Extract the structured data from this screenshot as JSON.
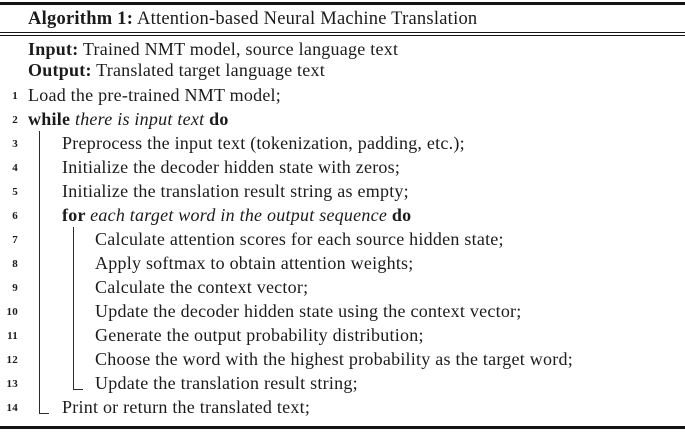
{
  "algorithm": {
    "caption_label": "Algorithm 1:",
    "caption_title": " Attention-based Neural Machine Translation",
    "io": [
      {
        "label": "Input:",
        "text": " Trained NMT model, source language text"
      },
      {
        "label": "Output:",
        "text": " Translated target language text"
      }
    ],
    "lines": [
      {
        "n": "1",
        "indent": 0,
        "parts": [
          {
            "t": "Load the pre-trained NMT model;"
          }
        ]
      },
      {
        "n": "2",
        "indent": 0,
        "parts": [
          {
            "t": "while ",
            "s": "b"
          },
          {
            "t": "there is input text",
            "s": "i"
          },
          {
            "t": " do",
            "s": "b"
          }
        ]
      },
      {
        "n": "3",
        "indent": 1,
        "parts": [
          {
            "t": "Preprocess the input text (tokenization, padding, etc.);"
          }
        ]
      },
      {
        "n": "4",
        "indent": 1,
        "parts": [
          {
            "t": "Initialize the decoder hidden state with zeros;"
          }
        ]
      },
      {
        "n": "5",
        "indent": 1,
        "parts": [
          {
            "t": "Initialize the translation result string as empty;"
          }
        ]
      },
      {
        "n": "6",
        "indent": 1,
        "parts": [
          {
            "t": "for ",
            "s": "b"
          },
          {
            "t": "each target word in the output sequence",
            "s": "i"
          },
          {
            "t": " do",
            "s": "b"
          }
        ]
      },
      {
        "n": "7",
        "indent": 2,
        "parts": [
          {
            "t": "Calculate attention scores for each source hidden state;"
          }
        ]
      },
      {
        "n": "8",
        "indent": 2,
        "parts": [
          {
            "t": "Apply softmax to obtain attention weights;"
          }
        ]
      },
      {
        "n": "9",
        "indent": 2,
        "parts": [
          {
            "t": "Calculate the context vector;"
          }
        ]
      },
      {
        "n": "10",
        "indent": 2,
        "parts": [
          {
            "t": "Update the decoder hidden state using the context vector;"
          }
        ]
      },
      {
        "n": "11",
        "indent": 2,
        "parts": [
          {
            "t": "Generate the output probability distribution;"
          }
        ]
      },
      {
        "n": "12",
        "indent": 2,
        "parts": [
          {
            "t": "Choose the word with the highest probability as the target word;"
          }
        ]
      },
      {
        "n": "13",
        "indent": 2,
        "parts": [
          {
            "t": "Update the translation result string;"
          }
        ]
      },
      {
        "n": "14",
        "indent": 1,
        "parts": [
          {
            "t": "Print or return the translated text;"
          }
        ]
      }
    ],
    "blocks": [
      {
        "keyword": "while",
        "level": 1,
        "from_line": 3,
        "to_line": 14
      },
      {
        "keyword": "for",
        "level": 2,
        "from_line": 7,
        "to_line": 13
      }
    ],
    "colors": {
      "text": "#1b1b1b",
      "rule": "#141414",
      "background": "#ffffff"
    }
  }
}
